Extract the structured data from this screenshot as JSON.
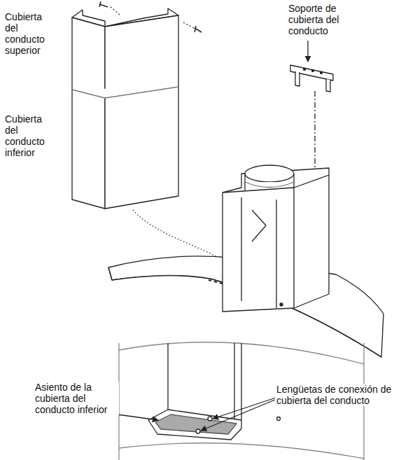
{
  "diagram": {
    "labels": [
      "Cubierta del conducto superior",
      "Cubierta del conducto inferior",
      "Soporte de cubierta del conducto",
      "Asiento de la cubierta del conducto inferior",
      "Lengüetas de conexión de cubierta del conducto"
    ]
  }
}
